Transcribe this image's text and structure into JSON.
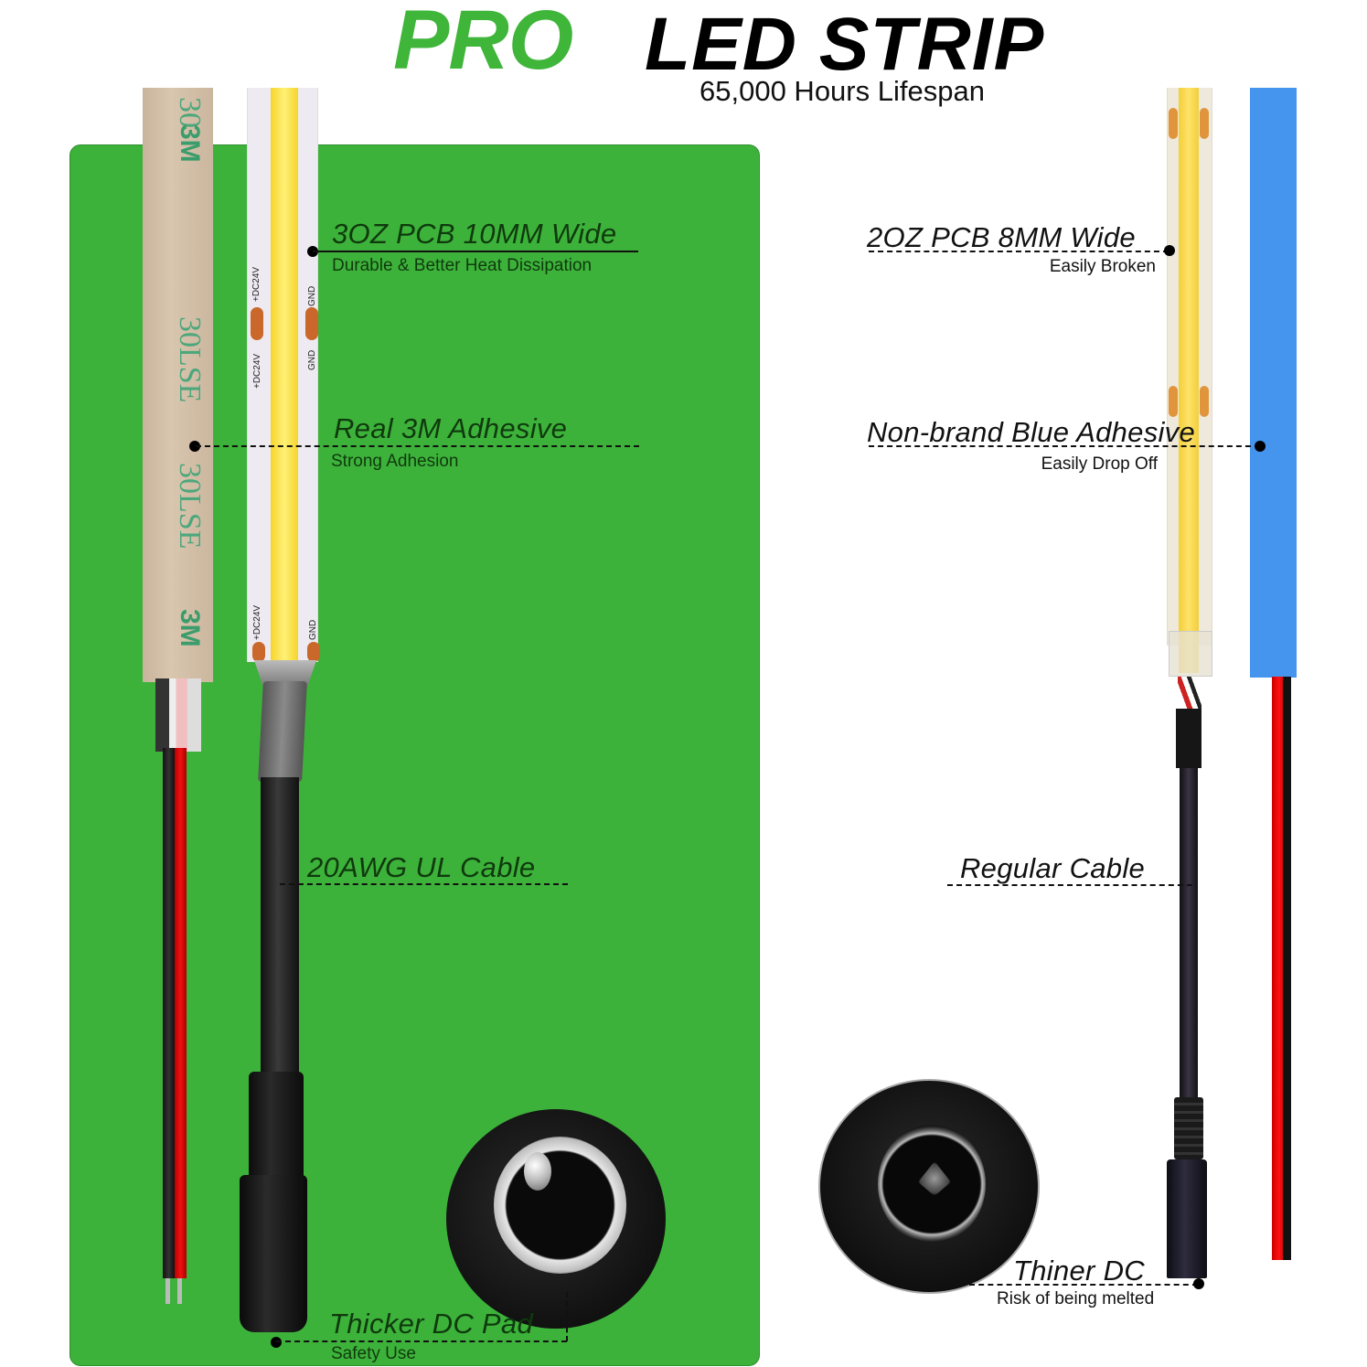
{
  "header": {
    "title_highlight": "PRO",
    "title_main": "LED STRIP",
    "subtitle": "65,000 Hours Lifespan"
  },
  "colors": {
    "brand_green": "#3fb53a",
    "panel_green": "#3db23a",
    "blue_adhesive": "#4594ee",
    "led_yellow": "#f5d42c",
    "pad_copper": "#c9682a"
  },
  "pro_product": {
    "tape_logo": "3M",
    "tape_print_top": "30",
    "tape_print": "30LSE",
    "pad_labels": {
      "positive": "+DC24V",
      "ground": "GND"
    },
    "callouts": [
      {
        "title": "3OZ PCB 10MM Wide",
        "subtitle": "Durable & Better Heat Dissipation"
      },
      {
        "title": "Real 3M Adhesive",
        "subtitle": "Strong Adhesion"
      },
      {
        "title": "20AWG UL Cable",
        "subtitle": ""
      },
      {
        "title": "Thicker DC Pad",
        "subtitle": "Safety Use"
      }
    ]
  },
  "regular_product": {
    "callouts": [
      {
        "title": "2OZ PCB 8MM Wide",
        "subtitle": "Easily Broken"
      },
      {
        "title": "Non-brand Blue Adhesive",
        "subtitle": "Easily Drop Off"
      },
      {
        "title": "Regular Cable",
        "subtitle": ""
      },
      {
        "title": "Thiner DC",
        "subtitle": "Risk of being melted"
      }
    ]
  }
}
